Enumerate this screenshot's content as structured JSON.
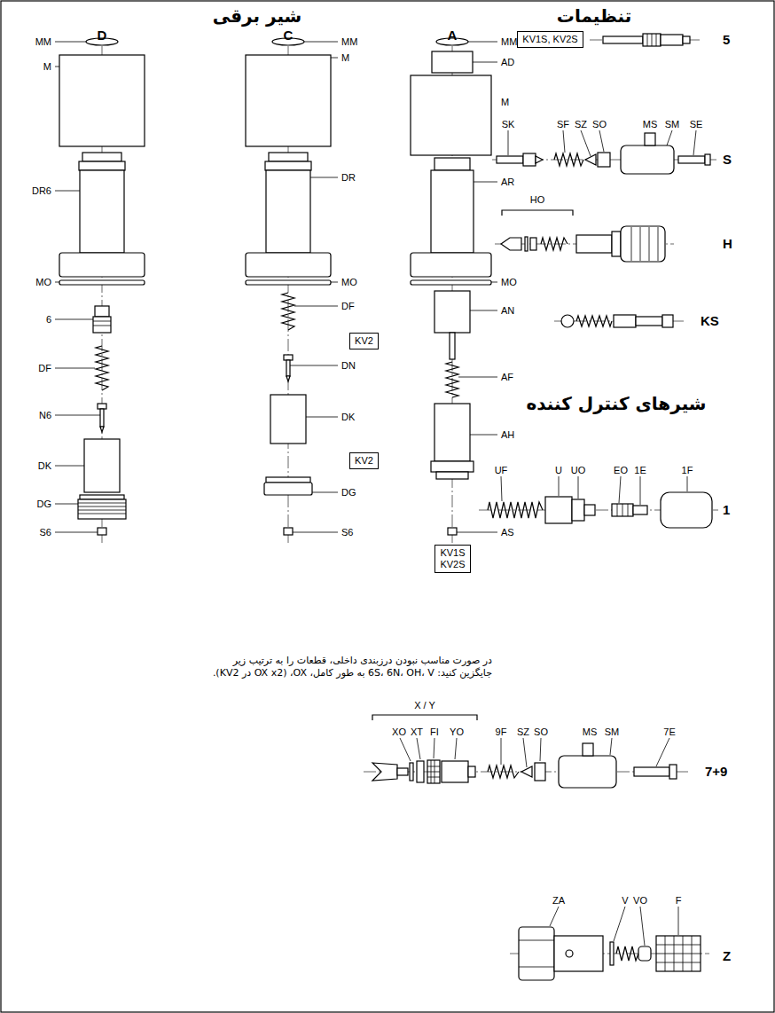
{
  "diagram": {
    "nodes": [
      {
        "text": [
          "KV1S, KV2S"
        ]
      },
      {
        "text": [
          "KV2"
        ]
      },
      {
        "text": [
          "KV2"
        ]
      },
      {
        "text": [
          "KV1S KV2S"
        ]
      }
    ],
    "labels": [
      "شیر برقی",
      "D",
      "C",
      "A",
      "تنظیمات",
      "5",
      "MM",
      "M",
      "DR6",
      "MO",
      "6",
      "DF",
      "N6",
      "DK",
      "DG",
      "S6",
      "MM",
      "M",
      "DR",
      "MO",
      "DF",
      "DN",
      "DK",
      "DG",
      "S6",
      "MM",
      "AD",
      "M",
      "AR",
      "MO",
      "AN",
      "AF",
      "AH",
      "AS",
      "SK",
      "SF",
      "SZ",
      "SO",
      "MS",
      "SM",
      "SE",
      "S",
      "HO",
      "H",
      "KS",
      "شیرهای کنترل کننده",
      "UF",
      "U",
      "UO",
      "EO",
      "1E",
      "1F",
      "1",
      "در صورت مناسب نبودن درزبندی داخلی، قطعات را به ترتیب زیر جایگزین کنید: 6S، 6N، OH، V به طور کامل، OX، (OX x2 در KV2).",
      "X / Y",
      "XO",
      "XT",
      "FI",
      "YO",
      "9F",
      "SZ",
      "SO",
      "MS",
      "SM",
      "7E",
      "7+9",
      "ZA",
      "V",
      "VO",
      "F",
      "Z"
    ]
  }
}
